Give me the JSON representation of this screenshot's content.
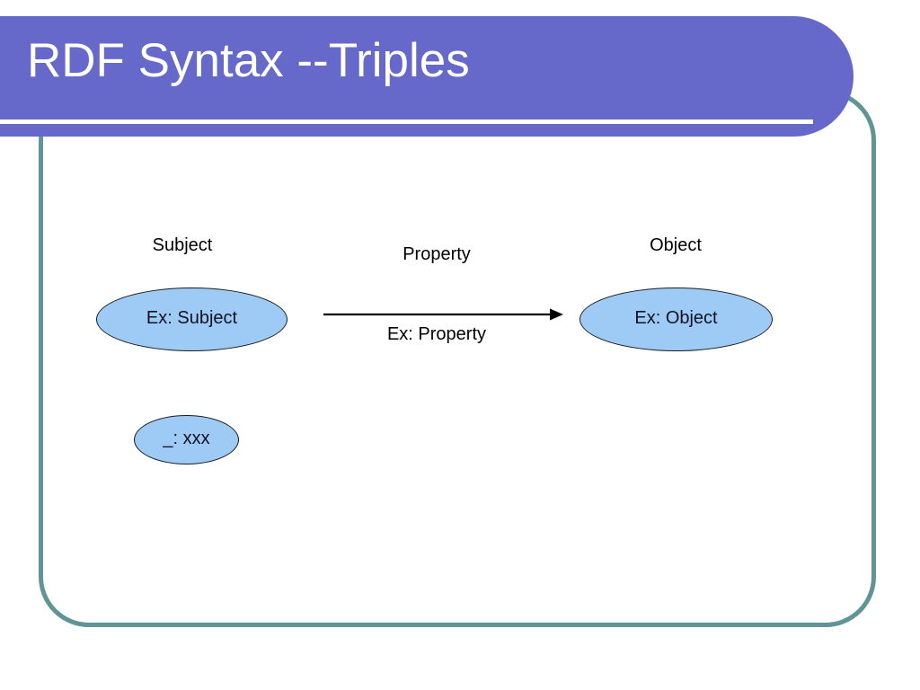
{
  "slide": {
    "title": "RDF Syntax --Triples",
    "theme": {
      "title_bar_color": "#6669c9",
      "title_text_color": "#ffffff",
      "frame_border_color": "#5f9595",
      "node_fill_color": "#9ecbf5",
      "node_border_color": "#1c1c1c",
      "background_color": "#ffffff",
      "body_text_color": "#000000"
    }
  },
  "diagram": {
    "type": "rdf-triple",
    "headings": {
      "subject": "Subject",
      "property": "Property",
      "object": "Object"
    },
    "nodes": [
      {
        "id": "subject-node",
        "label": "Ex: Subject"
      },
      {
        "id": "object-node",
        "label": "Ex: Object"
      },
      {
        "id": "blank-node",
        "label": "_: xxx"
      }
    ],
    "edges": [
      {
        "id": "property-edge",
        "label": "Ex: Property",
        "from": "subject-node",
        "to": "object-node",
        "direction": "right"
      }
    ]
  }
}
